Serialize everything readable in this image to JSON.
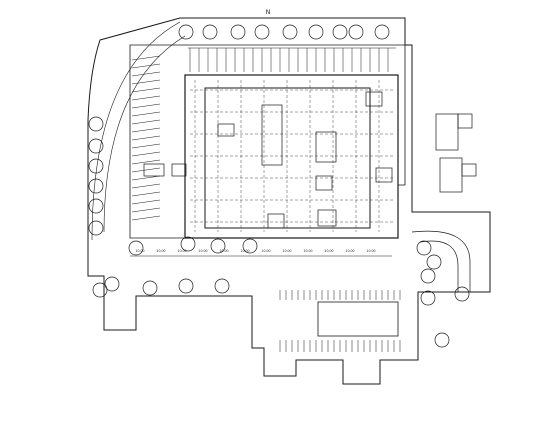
{
  "drawing": {
    "type": "architectural-site-plan",
    "line_color": "#1a1a1a",
    "background": "#ffffff",
    "dimension_labels": [
      "10.00",
      "10.00",
      "10.00",
      "10.00",
      "10.00",
      "10.00",
      "10.00",
      "10.00",
      "10.00",
      "10.00",
      "10.00",
      "10.00"
    ],
    "north_marker": "N"
  }
}
